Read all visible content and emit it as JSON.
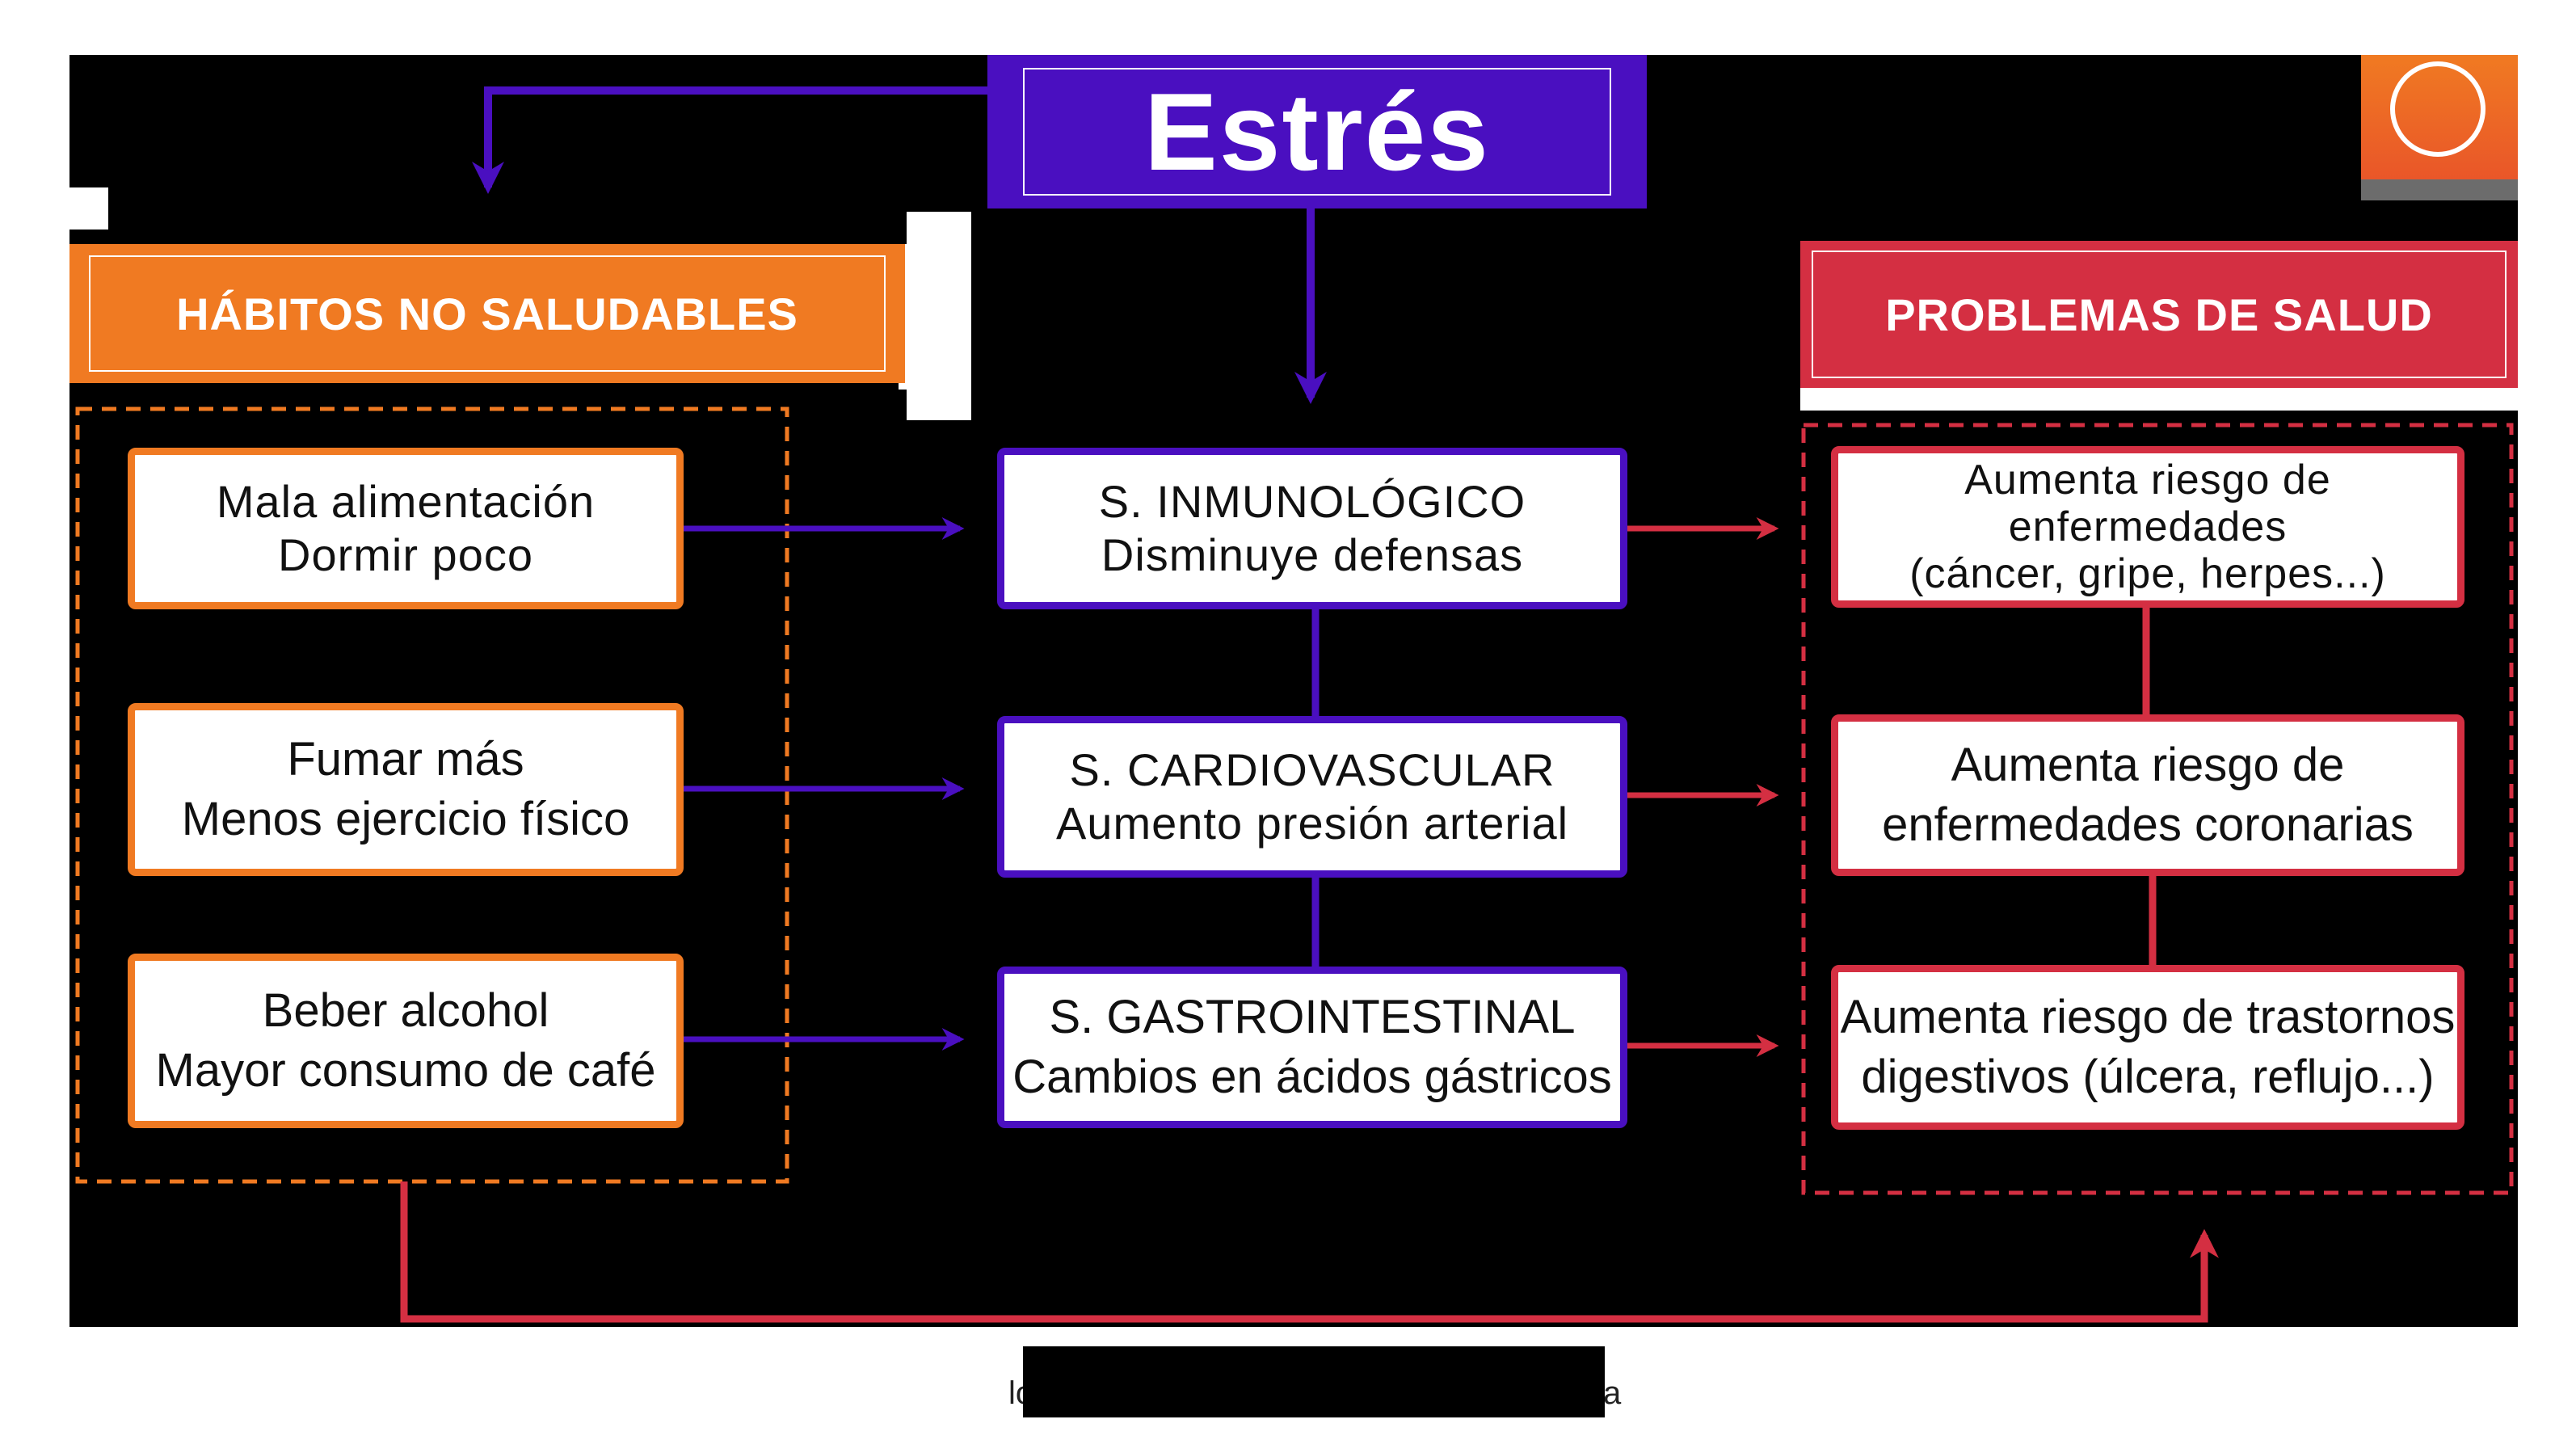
{
  "title": "Estrés",
  "headers": {
    "habits": "HÁBITOS NO SALUDABLES",
    "problems": "PROBLEMAS DE SALUD"
  },
  "habits": [
    {
      "line1": "Mala alimentación",
      "line2": "Dormir poco"
    },
    {
      "line1": "Fumar más",
      "line2": "Menos ejercicio físico"
    },
    {
      "line1": "Beber alcohol",
      "line2": "Mayor consumo de café"
    }
  ],
  "systems": [
    {
      "line1": "S. INMUNOLÓGICO",
      "line2": "Disminuye defensas"
    },
    {
      "line1": "S. CARDIOVASCULAR",
      "line2": "Aumento presión arterial"
    },
    {
      "line1": "S. GASTROINTESTINAL",
      "line2": "Cambios en ácidos gástricos"
    }
  ],
  "problems": [
    {
      "line1": "Aumenta riesgo de",
      "line2": "enfermedades",
      "line3": "(cáncer, gripe, herpes...)"
    },
    {
      "line1": "Aumenta riesgo de",
      "line2": "enfermedades coronarias"
    },
    {
      "line1": "Aumenta riesgo de trastornos",
      "line2": "digestivos (úlcera, reflujo...)"
    }
  ],
  "footer": {
    "left": "lo",
    "right": "a"
  },
  "colors": {
    "purple": "#4a0fc0",
    "orange": "#f07a22",
    "red": "#d42f42",
    "background": "#000000"
  }
}
